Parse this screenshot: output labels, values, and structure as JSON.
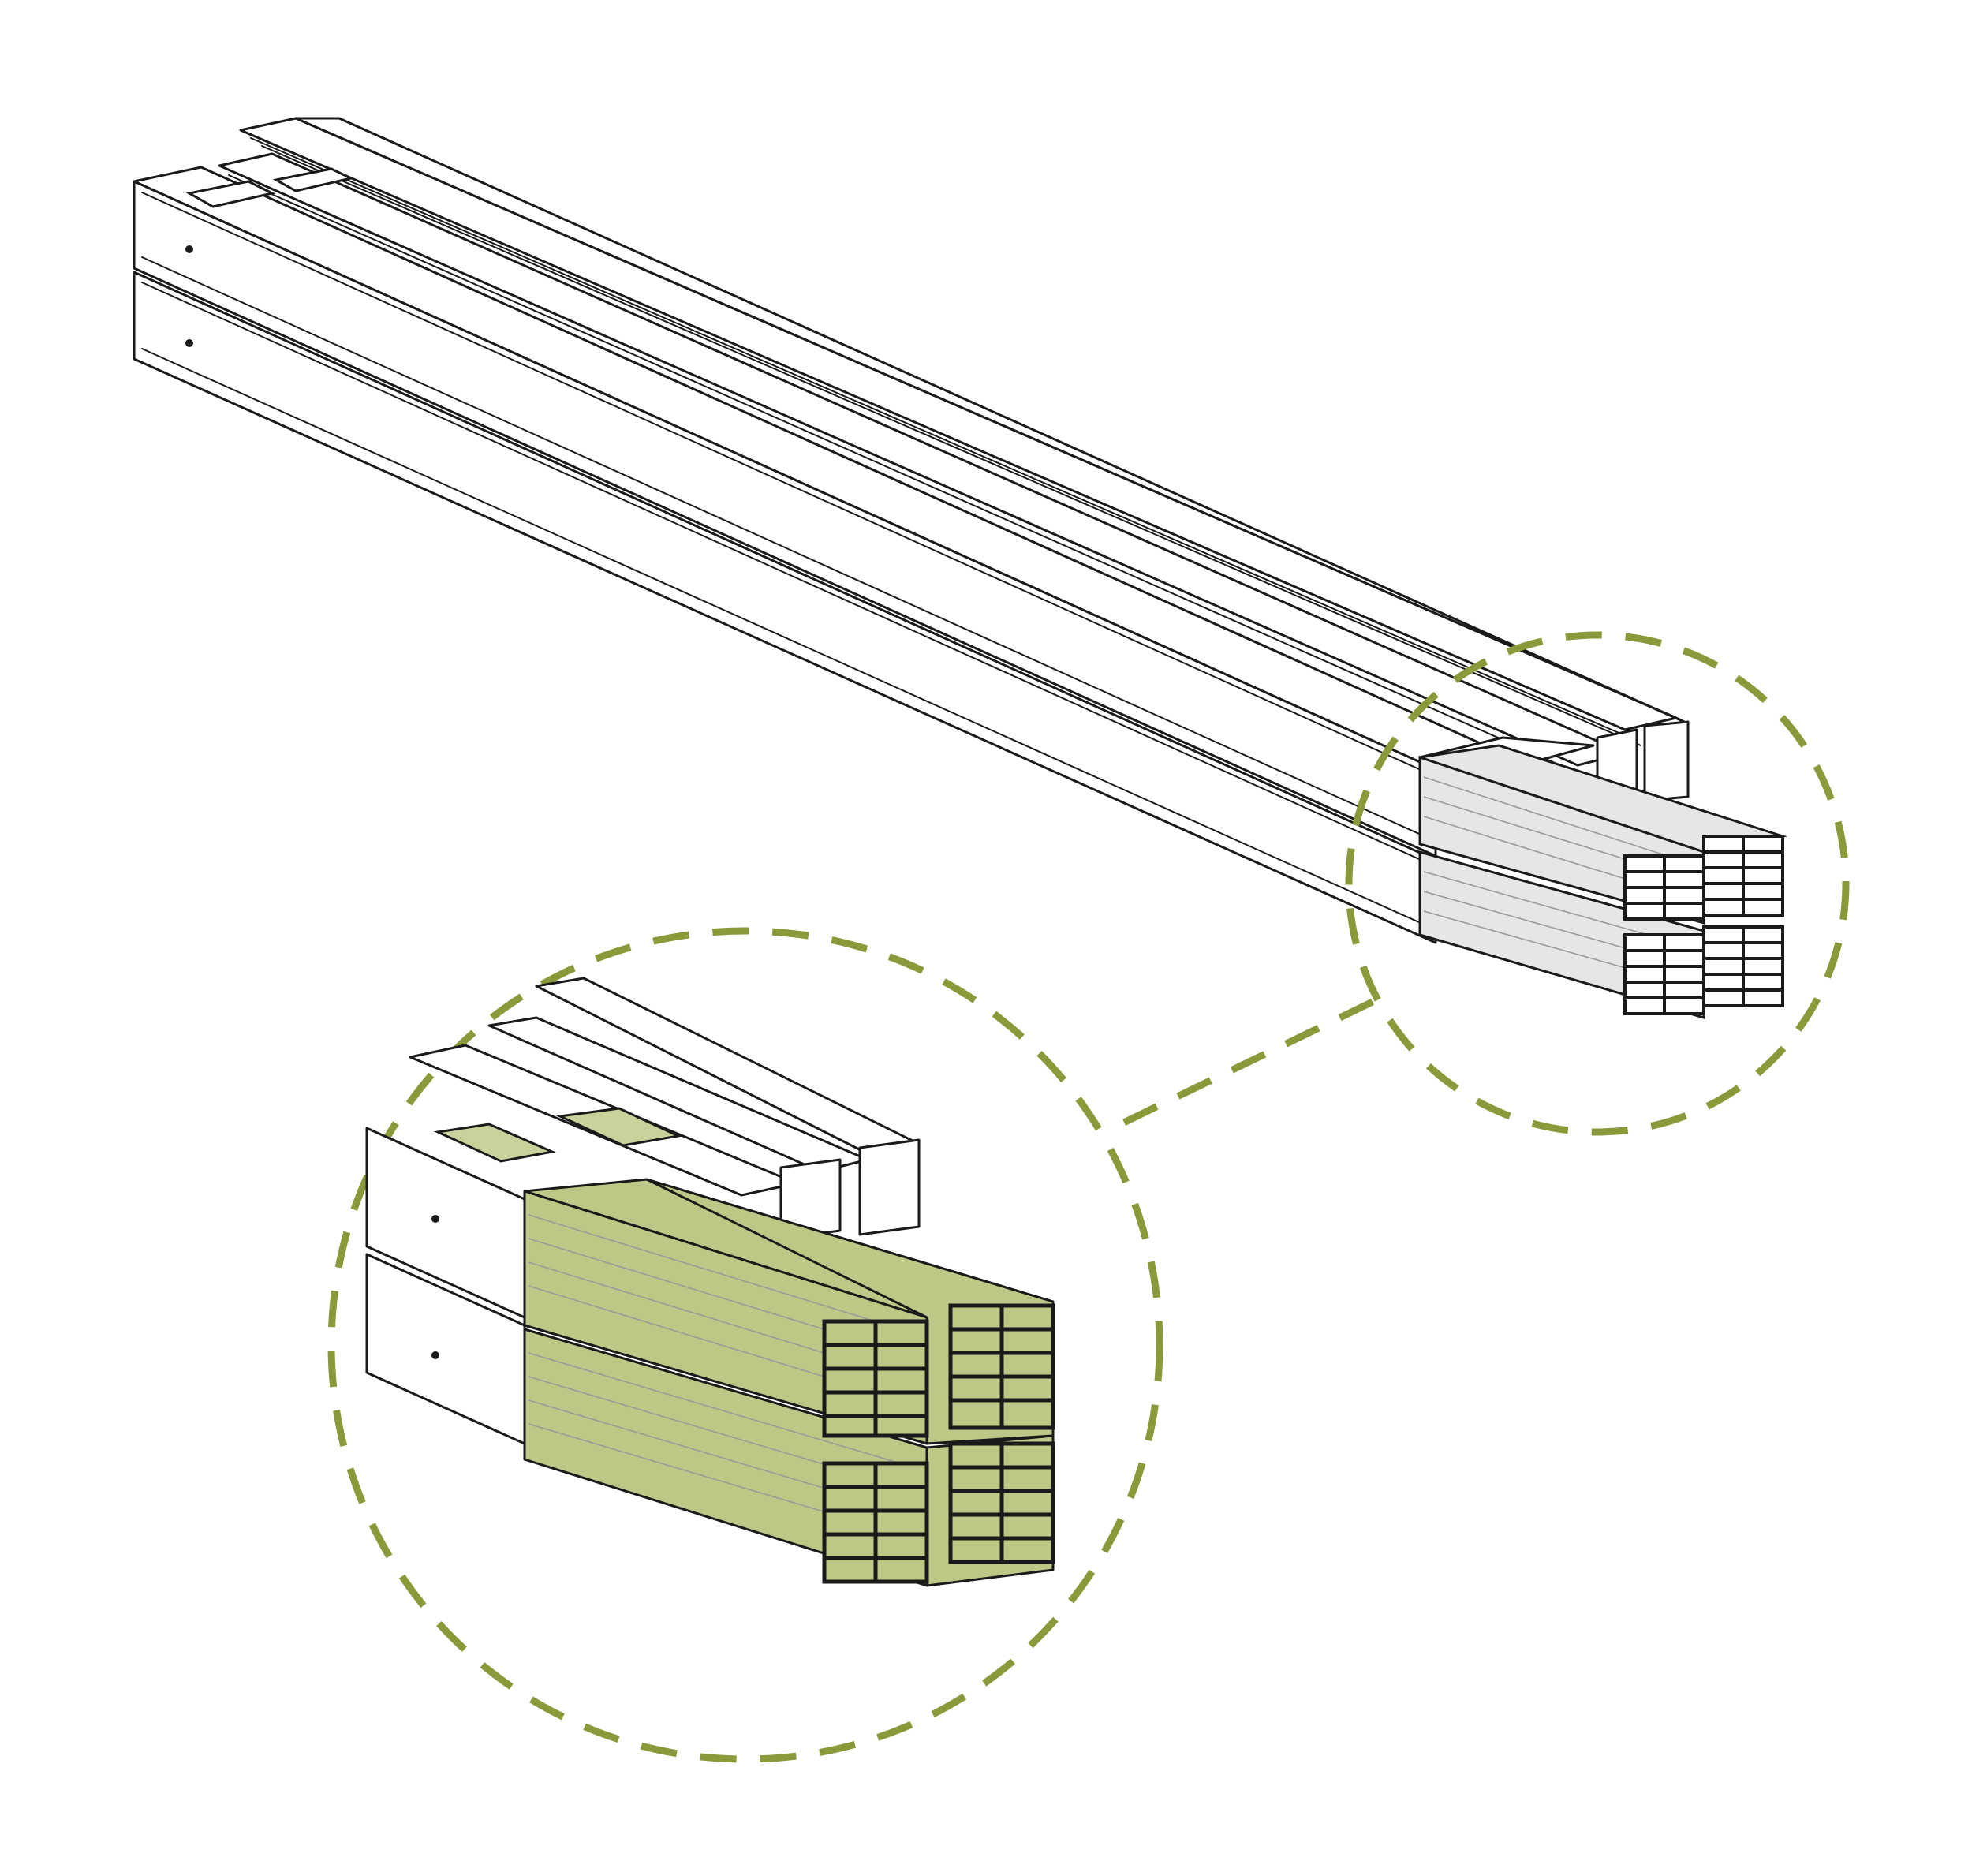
{
  "colors": {
    "background": "#ffffff",
    "line": "#1a1a1a",
    "accent_dash": "#8a9a3a",
    "accent_fill": "#bcc886",
    "accent_fill_light": "#c8d29a",
    "shaded_tube": "#e6e6e6"
  },
  "components": {
    "outer_frame_beams": 4,
    "inner_tube_bundles": 4,
    "tubes_per_bundle": 10,
    "callouts": 2
  }
}
